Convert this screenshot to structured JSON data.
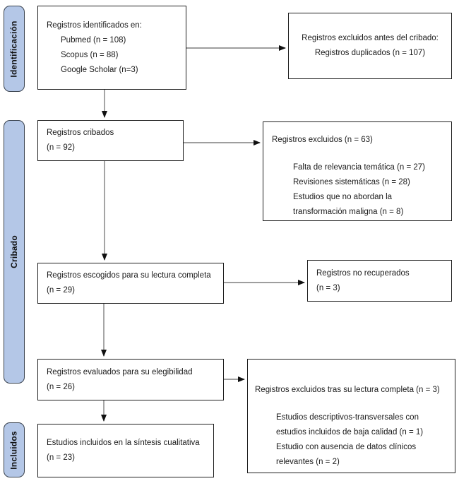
{
  "colors": {
    "stage_fill": "#b4c7e7",
    "stage_border": "#39424e",
    "box_border": "#1f1f1f",
    "connector_line": "#7f7f7f",
    "arrowhead": "#111111"
  },
  "stages": [
    {
      "label": "Identificación"
    },
    {
      "label": "Cribado"
    },
    {
      "label": "Incluidos"
    }
  ],
  "boxes": {
    "identified": {
      "title": "Registros identificados en:",
      "items": [
        "Pubmed (n = 108)",
        "Scopus (n = 88)",
        "Google Scholar (n=3)"
      ]
    },
    "excluded_before": {
      "line1": "Registros excluidos antes del cribado:",
      "line2": "Registros duplicados (n = 107)"
    },
    "screened": {
      "line1": "Registros cribados",
      "line2": "(n = 92)"
    },
    "excluded_screen": {
      "title": "Registros excluidos (n = 63)",
      "items": [
        "Falta de relevancia temática (n = 27)",
        "Revisiones sistemáticas (n = 28)",
        "Estudios que no abordan la transformación maligna (n = 8)"
      ]
    },
    "sought": {
      "line1": "Registros escogidos para su lectura completa",
      "line2": "(n = 29)"
    },
    "not_retrieved": {
      "line1": "Registros no recuperados",
      "line2": "(n = 3)"
    },
    "assessed": {
      "line1": "Registros evaluados para su elegibilidad",
      "line2": "(n = 26)"
    },
    "excluded_fulltext": {
      "title": "Registros excluidos tras su lectura completa (n = 3)",
      "items": [
        "Estudios descriptivos-transversales con estudios incluidos de baja calidad (n = 1)",
        "Estudio con ausencia de datos clínicos relevantes (n = 2)"
      ]
    },
    "included": {
      "line1": "Estudios incluidos en la síntesis cualitativa",
      "line2": "(n = 23)"
    }
  }
}
